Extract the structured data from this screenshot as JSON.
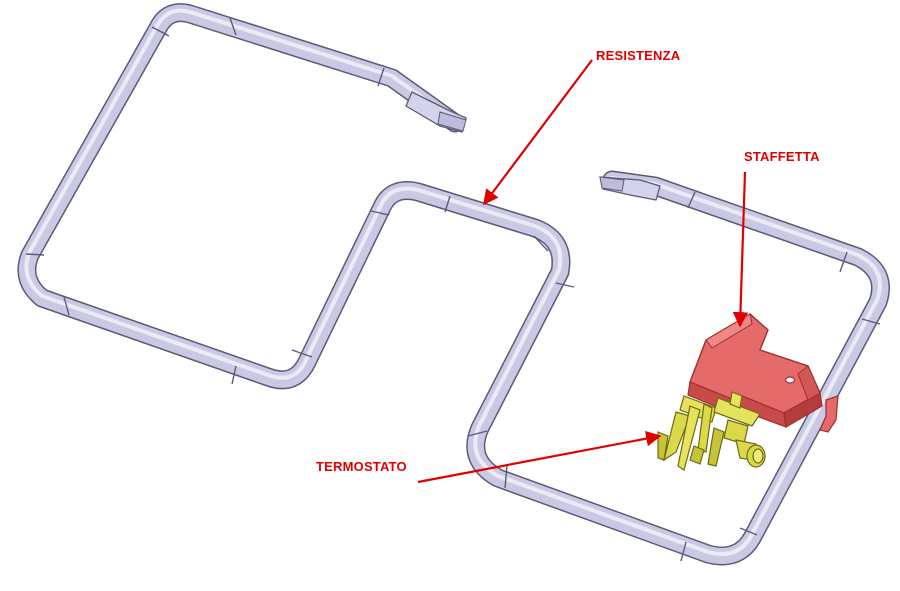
{
  "labels": {
    "resistenza": "RESISTENZA",
    "staffetta": "STAFFETTA",
    "termostato": "TERMOSTATO"
  },
  "colors": {
    "tube": "#c9c9e4",
    "tube_dark": "#5b5b78",
    "tube_highlight": "#eeeefa",
    "bracket": "#e56b6b",
    "bracket_dark": "#9e3030",
    "thermostat": "#dbd94a",
    "thermostat_dark": "#6e6a12",
    "callout": "#e00000"
  }
}
